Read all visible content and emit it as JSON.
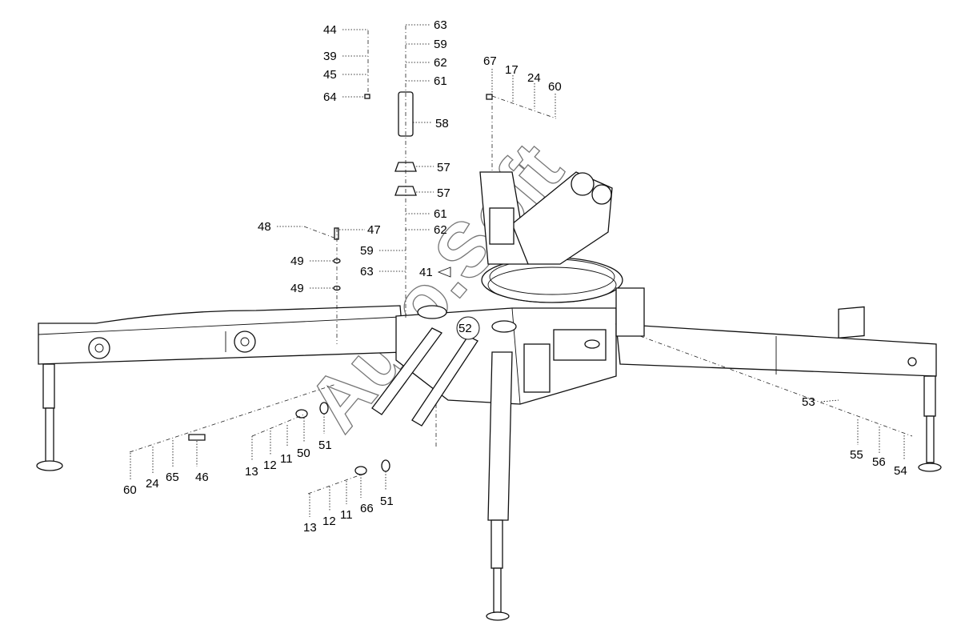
{
  "diagram": {
    "watermark": "Auto.Soft",
    "callouts": [
      "44",
      "39",
      "45",
      "64",
      "63",
      "59",
      "62",
      "61",
      "58",
      "57",
      "57",
      "61",
      "62",
      "59",
      "63",
      "67",
      "17",
      "24",
      "60",
      "48",
      "47",
      "49",
      "49",
      "41",
      "52",
      "53",
      "55",
      "56",
      "54",
      "60",
      "24",
      "65",
      "46",
      "13",
      "12",
      "11",
      "50",
      "51",
      "13",
      "12",
      "11",
      "66",
      "51"
    ]
  }
}
